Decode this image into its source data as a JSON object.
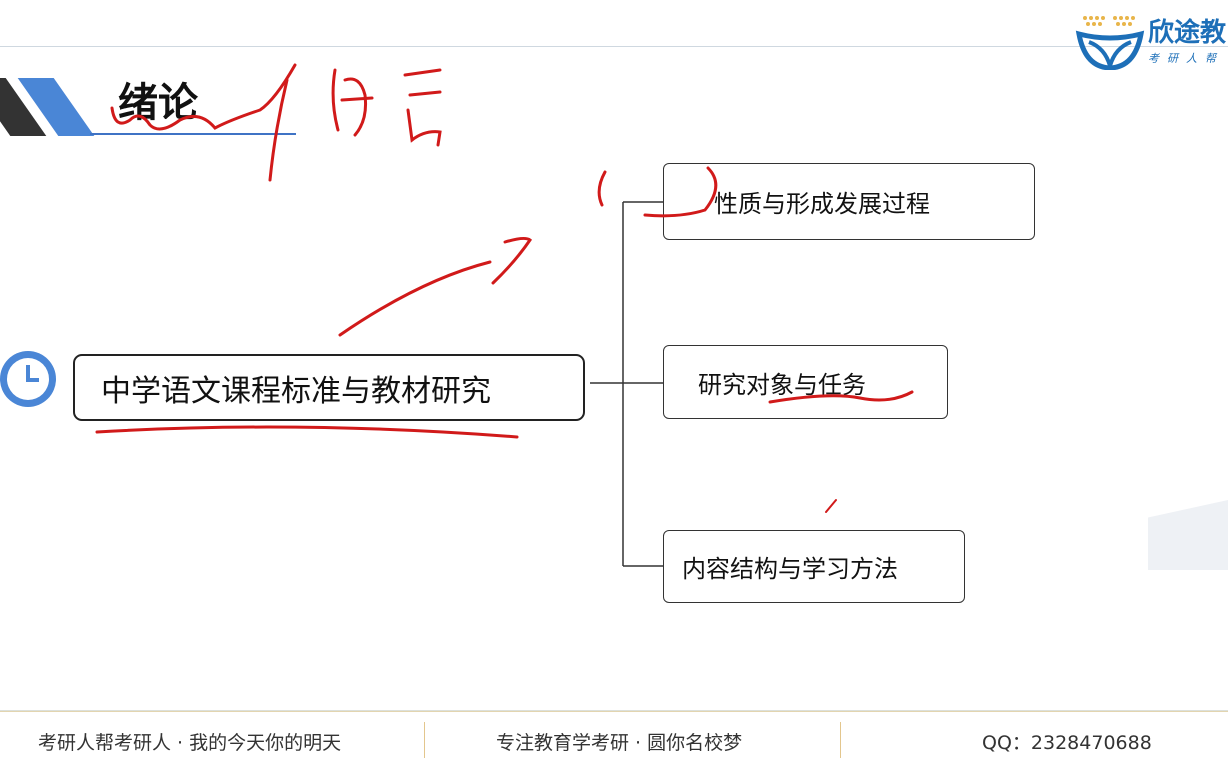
{
  "logo": {
    "name": "欣途教",
    "tagline": "考研人帮"
  },
  "slide": {
    "title": "绪论"
  },
  "mindmap": {
    "root": "中学语文课程标准与教材研究",
    "children": [
      "性质与形成发展过程",
      "研究对象与任务",
      "内容结构与学习方法"
    ]
  },
  "footer": {
    "left": "考研人帮考研人 · 我的今天你的明天",
    "center": "专注教育学考研 · 圆你名校梦",
    "right": "QQ：2328470688"
  },
  "colors": {
    "accent": "#3f73c5",
    "ink": "#d11a1a",
    "brand": "#1d6fb8"
  }
}
